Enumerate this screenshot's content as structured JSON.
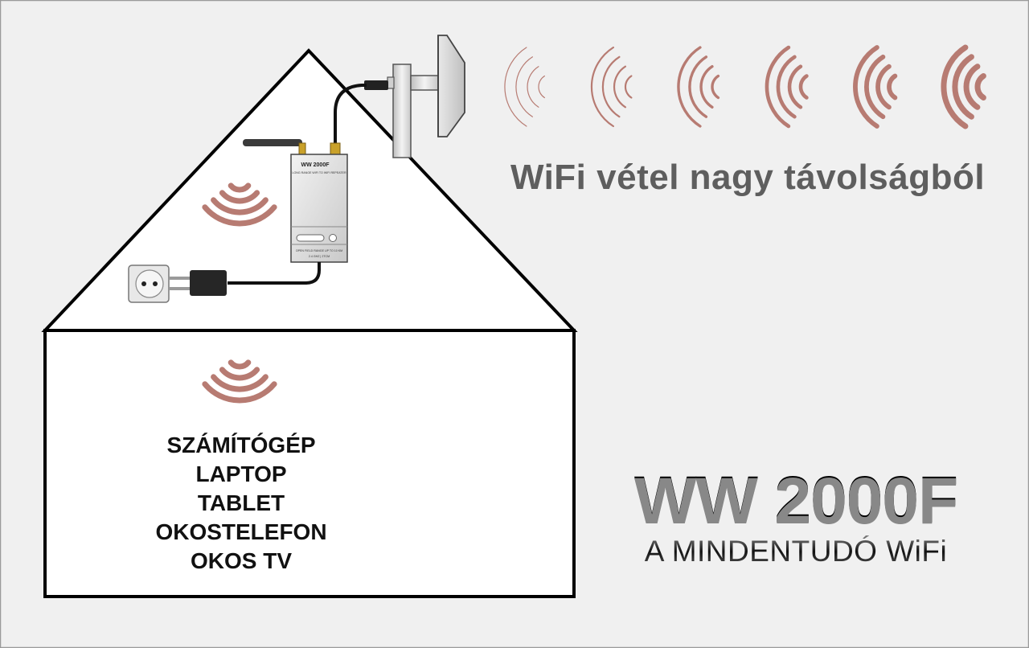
{
  "headline": "WiFi vétel nagy távolságból",
  "devices": [
    "SZÁMÍTÓGÉP",
    "LAPTOP",
    "TABLET",
    "OKOSTELEFON",
    "OKOS TV"
  ],
  "brand": {
    "title": "WW 2000F",
    "subtitle": "A MINDENTUDÓ WiFi"
  },
  "router": {
    "model_label": "WW 2000F",
    "top_text": "LONG RANGE WIFI TO WIFI REPEATER",
    "bottom_text": "OPEN FIELD RANGE UP TO 10 KM",
    "bottom_text_2": "2.4 GHZ | 2TCM"
  },
  "colors": {
    "signal": "#b77b72",
    "outline": "#000000",
    "headline": "#5e5e5e",
    "frame_border": "#9a9a9a"
  },
  "icons": [
    "wifi-waves-icon",
    "dish-antenna-icon",
    "router-icon",
    "power-socket-icon",
    "power-plug-icon"
  ]
}
